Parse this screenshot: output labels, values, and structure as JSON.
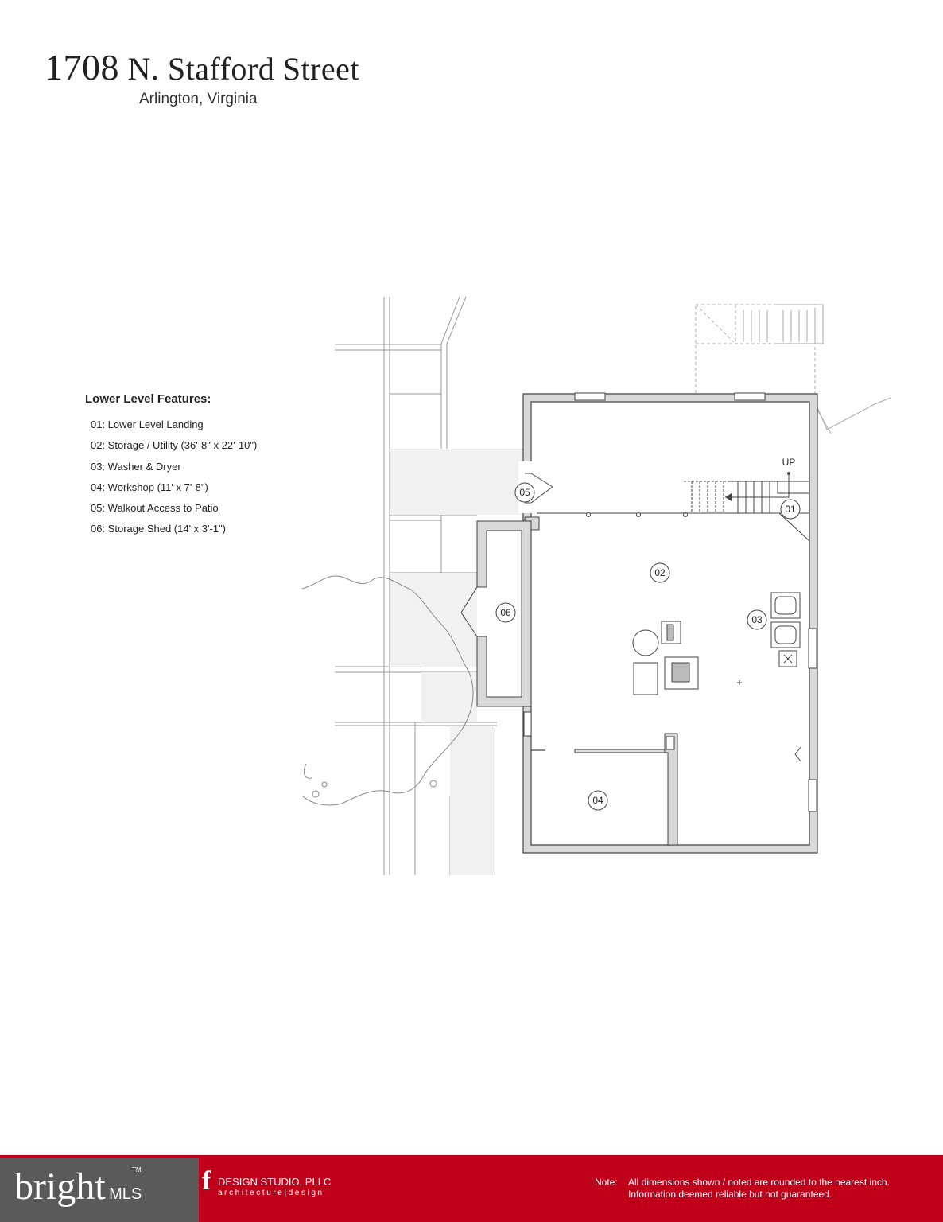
{
  "header": {
    "title_number": "1708",
    "title_street": "N. Stafford Street",
    "subtitle": "Arlington, Virginia"
  },
  "features": {
    "heading": "Lower Level Features:",
    "items": [
      "01:  Lower Level Landing",
      "02:  Storage / Utility (36'-8\" x 22'-10\")",
      "03:  Washer & Dryer",
      "04:  Workshop (11' x 7'-8\")",
      "05:  Walkout Access to Patio",
      "06:  Storage Shed (14' x 3'-1\")"
    ]
  },
  "plan": {
    "up_label": "UP",
    "rooms": [
      "01",
      "02",
      "03",
      "04",
      "05",
      "06"
    ]
  },
  "footer": {
    "mls_brand": "bright",
    "mls_suffix": "MLS",
    "mls_tm": "TM",
    "studio_letter": "f",
    "studio_name": "DESIGN STUDIO, PLLC",
    "studio_tagline": "architecture|design",
    "note_label": "Note:",
    "note_line1": "All dimensions shown / noted are rounded to the nearest inch.",
    "note_line2": "Information deemed reliable but not guaranteed."
  },
  "colors": {
    "footer_red": "#c0001a",
    "mls_gray": "#5a5a5a",
    "wall_gray": "#d9d9d9"
  }
}
